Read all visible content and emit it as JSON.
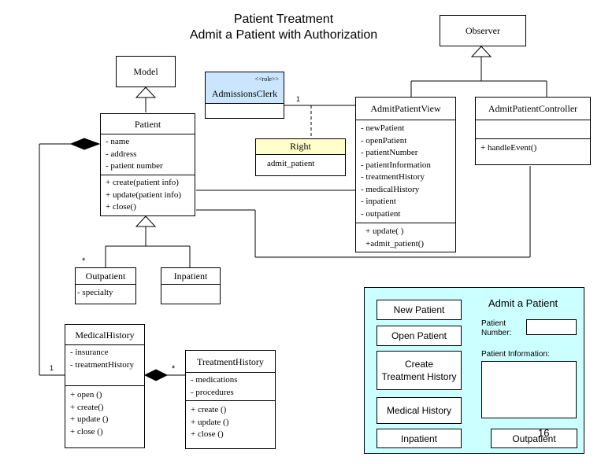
{
  "diagram": {
    "title": "Patient Treatment",
    "subtitle": "Admit a Patient with Authorization"
  },
  "classes": {
    "model": {
      "name": "Model"
    },
    "observer": {
      "name": "Observer"
    },
    "admissions_clerk": {
      "stereotype": "<<role>>",
      "name": "AdmissionsClerk"
    },
    "right": {
      "name": "Right",
      "attributes": [
        "admit_patient"
      ]
    },
    "patient": {
      "name": "Patient",
      "attributes": [
        "- name",
        "- address",
        "- patient number"
      ],
      "operations": [
        "+ create(patient info)",
        "+ update(patient info)",
        "+ close()"
      ]
    },
    "admit_patient_view": {
      "name": "AdmitPatientView",
      "attributes": [
        "- newPatient",
        "- openPatient",
        "- patientNumber",
        "- patientInformation",
        "- treatmentHistory",
        "- medicalHistory",
        "- inpatient",
        "- outpatient"
      ],
      "operations": [
        "+ update( )",
        "+admit_patient()"
      ]
    },
    "admit_patient_controller": {
      "name": "AdmitPatientController",
      "operations": [
        "+ handleEvent()"
      ]
    },
    "outpatient": {
      "name": "Outpatient",
      "attributes": [
        "- specialty"
      ]
    },
    "inpatient": {
      "name": "Inpatient"
    },
    "medical_history": {
      "name": "MedicalHistory",
      "attributes": [
        "- insurance",
        "- treatmentHistory"
      ],
      "operations": [
        "+ open ()",
        "+ create()",
        "+ update ()",
        "+ close ()"
      ]
    },
    "treatment_history": {
      "name": "TreatmentHistory",
      "attributes": [
        "- medications",
        "- procedures"
      ],
      "operations": [
        "+ create ()",
        "+ update ()",
        "+ close ()"
      ]
    }
  },
  "multiplicities": {
    "clerk_view": "1",
    "outpatient_star": "*",
    "medical_one": "1",
    "treatment_star": "*"
  },
  "panel": {
    "title": "Admit a Patient",
    "buttons": {
      "new_patient": "New Patient",
      "open_patient": "Open Patient",
      "create_treatment_line1": "Create",
      "create_treatment_line2": "Treatment History",
      "medical_history": "Medical History",
      "inpatient": "Inpatient",
      "outpatient": "Outpatient"
    },
    "patient_number_label_1": "Patient",
    "patient_number_label_2": "Number:",
    "patient_info_label": "Patient Information:"
  },
  "page_number": "16",
  "colors": {
    "clerk_fill": "#cce5ff",
    "right_header_fill": "#ffffcc",
    "panel_fill": "#ccffff",
    "line": "#000000"
  }
}
